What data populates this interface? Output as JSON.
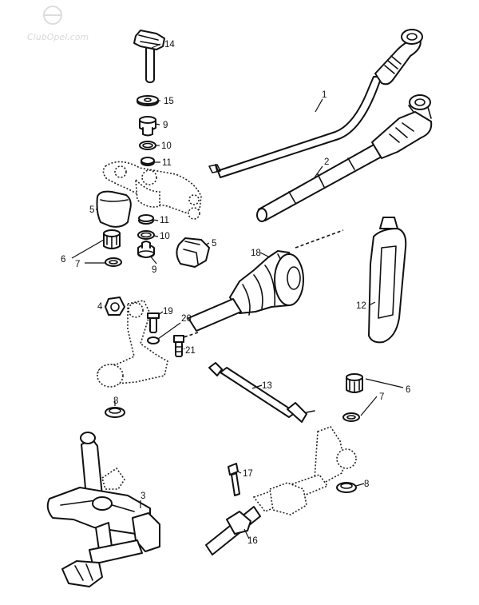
{
  "watermark": "ClubOpel.com",
  "callouts": {
    "c1": "1",
    "c2": "2",
    "c3": "3",
    "c4": "4",
    "c5a": "5",
    "c5b": "5",
    "c6a": "6",
    "c6b": "6",
    "c7a": "7",
    "c7b": "7",
    "c8a": "8",
    "c8b": "8",
    "c9a": "9",
    "c9b": "9",
    "c10a": "10",
    "c10b": "10",
    "c11a": "11",
    "c11b": "11",
    "c12": "12",
    "c13": "13",
    "c14": "14",
    "c15": "15",
    "c16": "16",
    "c17": "17",
    "c18": "18",
    "c19": "19",
    "c20": "20",
    "c21": "21"
  }
}
